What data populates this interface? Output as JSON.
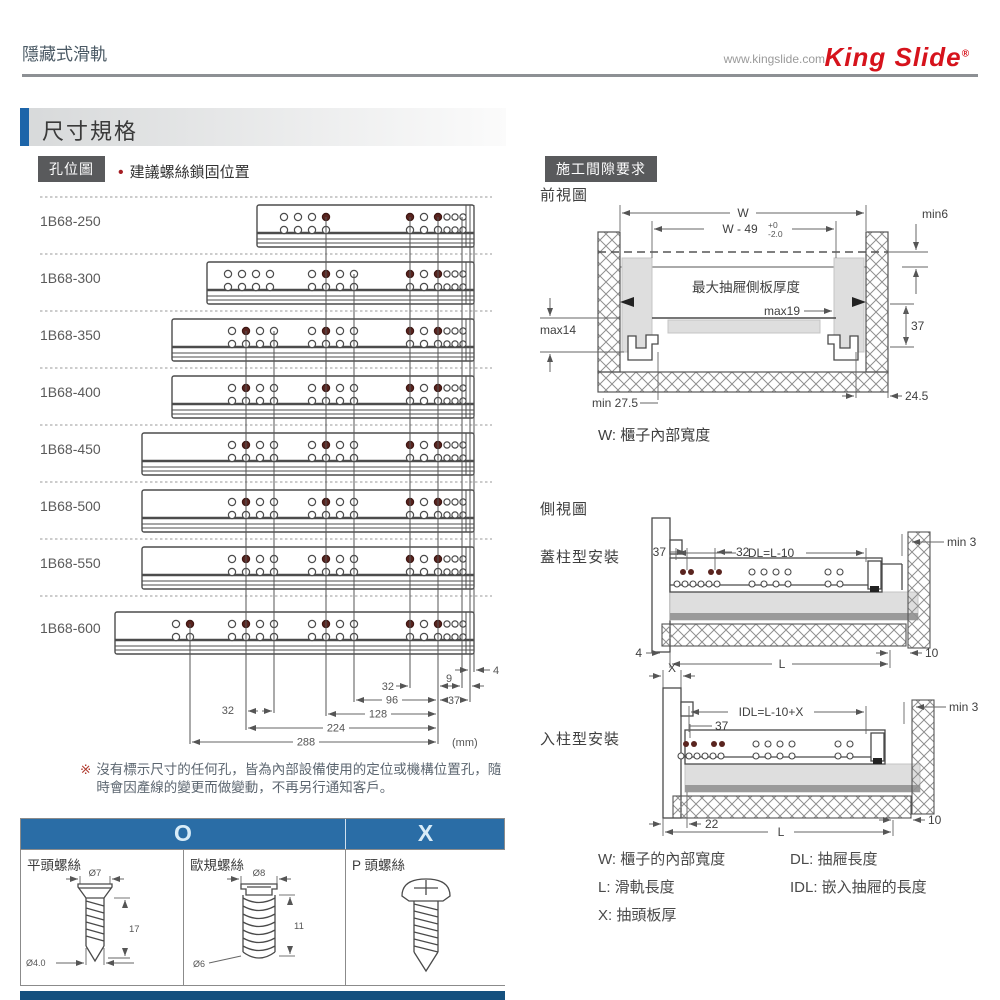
{
  "header": {
    "page_title": "隱藏式滑軌",
    "website": "www.kingslide.com",
    "brand": "King Slide",
    "reg_mark": "®"
  },
  "section_title": "尺寸規格",
  "hole_diagram": {
    "badge": "孔位圖",
    "bullet": "•",
    "legend": "建議螺絲鎖固位置",
    "models": [
      "1B68-250",
      "1B68-300",
      "1B68-350",
      "1B68-400",
      "1B68-450",
      "1B68-500",
      "1B68-550",
      "1B68-600"
    ],
    "dims": {
      "d4": "4",
      "d9": "9",
      "d32a": "32",
      "d37": "37",
      "d96": "96",
      "d128": "128",
      "d32b": "32",
      "d224": "224",
      "d288": "288",
      "unit": "(mm)"
    },
    "note": {
      "mark": "※",
      "line1": "沒有標示尺寸的任何孔，皆為內部設備使用的定位或機構位置孔，隨",
      "line2": "時會因產線的變更而做變動，不再另行通知客戶。"
    }
  },
  "screw_table": {
    "header_o": "O",
    "header_x": "X",
    "flat_head": {
      "label": "平頭螺絲",
      "head_dia": "Ø7",
      "length": "17",
      "shank_dia": "Ø4.0"
    },
    "euro": {
      "label": "歐規螺絲",
      "head_dia": "Ø8",
      "length": "11",
      "shank_dia": "Ø6"
    },
    "p_head": {
      "label": "P 頭螺絲"
    }
  },
  "clearance": {
    "badge": "施工間隙要求",
    "front_view": {
      "title": "前視圖",
      "w": "W",
      "w49": "W - 49",
      "tol_top": "+0",
      "tol_bottom": "-2.0",
      "min6": "min6",
      "max_side": "最大抽屜側板厚度",
      "max19": "max19",
      "max14": "max14",
      "d37": "37",
      "min275": "min 27.5",
      "d245": "24.5",
      "caption": "W: 櫃子內部寬度"
    },
    "side_view_title": "側視圖",
    "overlay": {
      "label": "蓋柱型安裝",
      "min3": "min 3",
      "dl": "DL=L-10",
      "d37": "37",
      "d32": "32",
      "d4": "4",
      "l": "L",
      "d10": "10"
    },
    "inset": {
      "label": "入柱型安裝",
      "x": "X",
      "min3": "min 3",
      "idl": "IDL=L-10+X",
      "d37": "37",
      "d22": "22",
      "l": "L",
      "d10": "10"
    },
    "legend": {
      "w": "W: 櫃子的內部寬度",
      "l": "L: 滑軌長度",
      "x": "X: 抽頭板厚",
      "dl": "DL: 抽屜長度",
      "idl": "IDL: 嵌入抽屜的長度"
    }
  },
  "colors": {
    "brand_red": "#d6131c",
    "accent_blue": "#1d65a9",
    "table_header_blue": "#2a6da6",
    "badge_gray": "#595a5c",
    "filled_hole": "#5a241f"
  }
}
